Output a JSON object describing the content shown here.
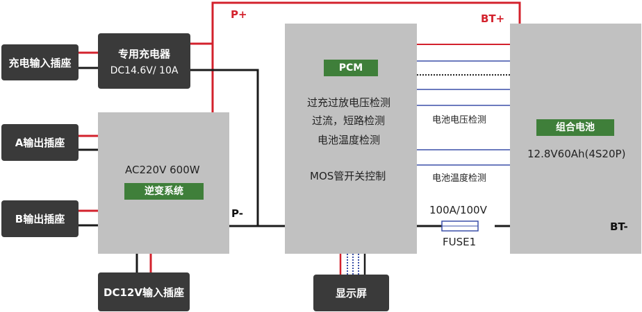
{
  "nodes": {
    "charge_input": "充电输入插座",
    "charger_title": "专用充电器",
    "charger_spec": "DC14.6V/ 10A",
    "a_output": "A输出插座",
    "b_output": "B输出插座",
    "dc12v_input": "DC12V输入插座",
    "inverter_spec": "AC220V 600W",
    "inverter_tag": "逆变系统",
    "pcm_tag": "PCM",
    "pcm_line1": "过充过放电压检测",
    "pcm_line2": "过流，短路检测",
    "pcm_line3": "电池温度检测",
    "pcm_mos": "MOS管开关控制",
    "display": "显示屏",
    "battery_tag": "组合电池",
    "battery_spec": "12.8V60Ah(4S20P)"
  },
  "labels": {
    "p_plus": "P+",
    "bt_plus": "BT+",
    "p_minus": "P-",
    "bt_minus": "BT-",
    "cell_voltage": "电池电压检测",
    "cell_temp": "电池温度检测",
    "fuse_rating": "100A/100V",
    "fuse_name": "FUSE1"
  },
  "colors": {
    "positive_wire": "#d3212c",
    "negative_wire": "#1a1a1a",
    "sense_wire": "#3a4fa8",
    "module_gray": "#c1c1c1",
    "socket_dark": "#3a3a3a",
    "tag_green": "#3f7f3a"
  }
}
